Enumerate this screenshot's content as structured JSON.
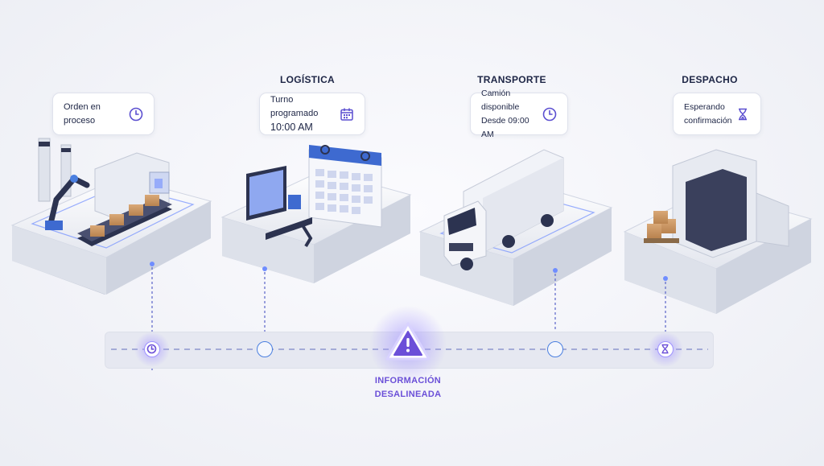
{
  "stages": [
    {
      "title": "",
      "card_lines": [
        "Orden en",
        "proceso"
      ],
      "icon": "clock-icon"
    },
    {
      "title": "LOGÍSTICA",
      "card_lines": [
        "Turno programado",
        "10:00 AM"
      ],
      "icon": "calendar-icon"
    },
    {
      "title": "TRANSPORTE",
      "card_lines": [
        "Camión disponible",
        "Desde 09:00 AM"
      ],
      "icon": "clock-icon"
    },
    {
      "title": "DESPACHO",
      "card_lines": [
        "Esperando",
        "confirmación"
      ],
      "icon": "hourglass-icon"
    }
  ],
  "alert": {
    "line1": "INFORMACIÓN",
    "line2": "DESALINEADA",
    "icon": "warning-icon"
  },
  "colors": {
    "accent": "#6b4fd8",
    "glow": "#8a7cf5",
    "node": "#4a7fe0",
    "text": "#1d2545"
  }
}
